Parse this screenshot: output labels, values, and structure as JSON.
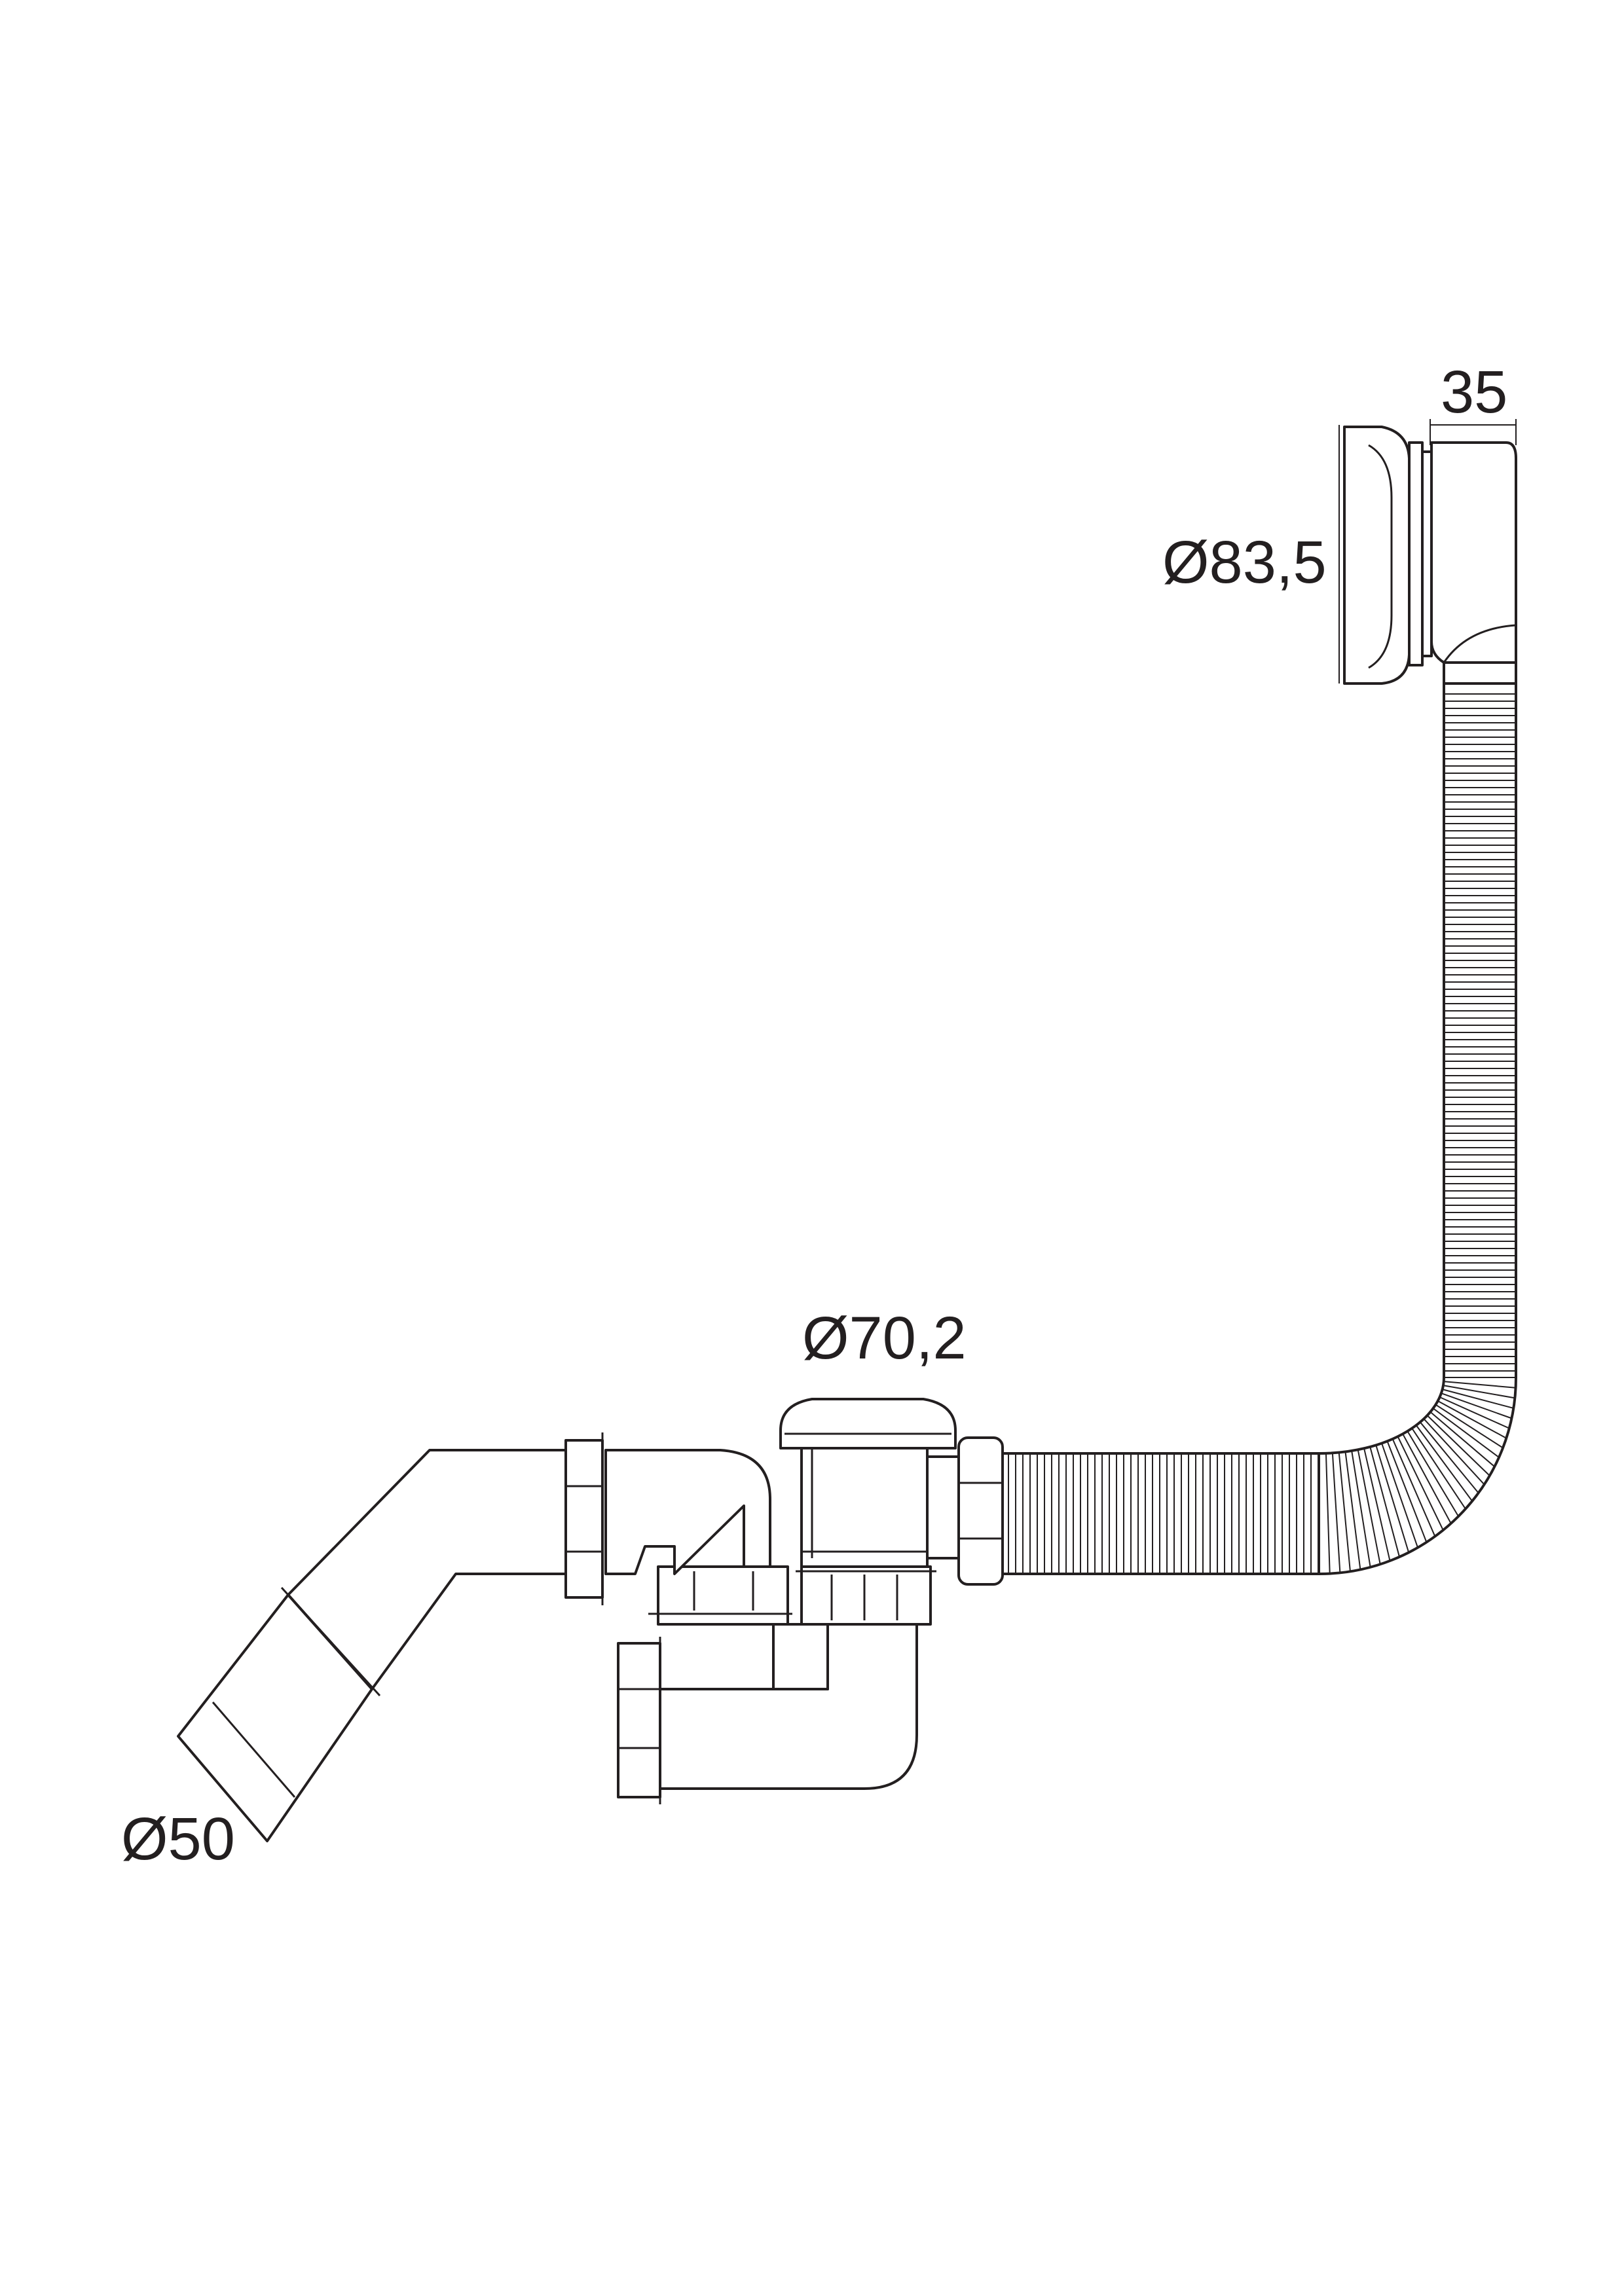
{
  "diagram": {
    "title": "Bath waste and overflow assembly",
    "labels": {
      "overflow_depth": "35",
      "overflow_diameter": "Ø83,5",
      "drain_diameter": "Ø70,2",
      "outlet_diameter": "Ø50"
    },
    "colors": {
      "line": "#231f20",
      "background": "#ffffff"
    }
  }
}
